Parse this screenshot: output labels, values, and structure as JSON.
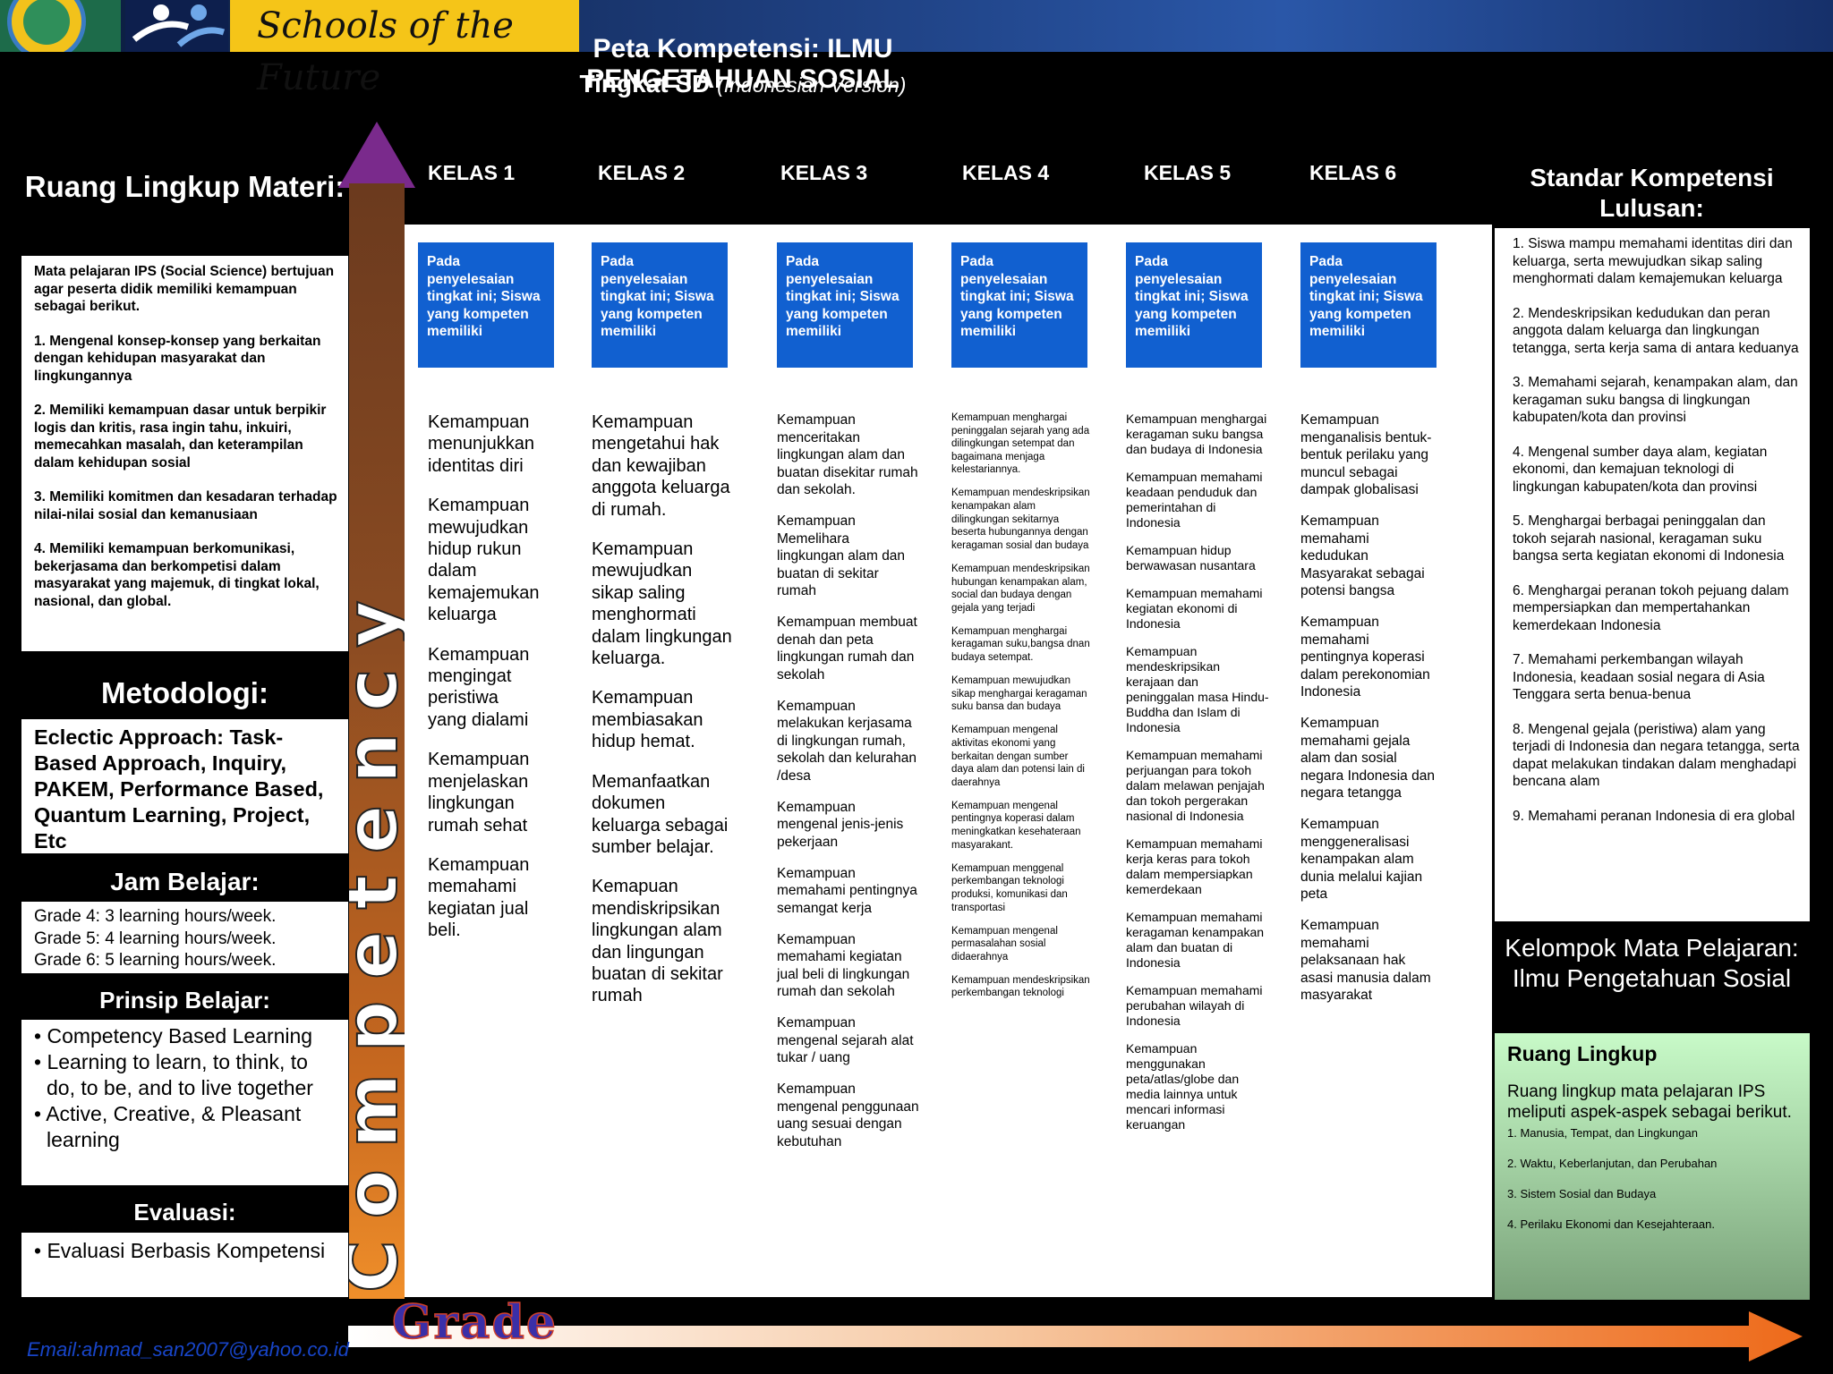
{
  "header": {
    "logo_text": "Schools of the Future",
    "title_line1": "Peta Kompetensi: ILMU PENGETAHUAN SOSIAL",
    "title_line2_main": "Tingkat SD",
    "title_line2_sub": "(Indonesian Version)"
  },
  "left": {
    "scope_title": "Ruang Lingkup Materi:",
    "scope_paragraphs": [
      "Mata pelajaran IPS (Social Science) bertujuan agar peserta didik memiliki kemampuan sebagai berikut.",
      "1. Mengenal  konsep-konsep yang berkaitan dengan kehidupan  masyarakat dan lingkungannya",
      "2. Memiliki kemampuan dasar untuk berpikir logis dan kritis, rasa ingin tahu, inkuiri, memecahkan masalah, dan keterampilan dalam kehidupan sosial",
      "3. Memiliki komitmen dan kesadaran terhadap nilai-nilai sosial dan kemanusiaan",
      "4. Memiliki kemampuan berkomunikasi, bekerjasama dan berkompetisi dalam masyarakat yang majemuk, di tingkat lokal, nasional, dan global."
    ],
    "method_title": "Metodologi:",
    "method_text": "Eclectic Approach: Task-Based Approach, Inquiry, PAKEM, Performance Based, Quantum Learning, Project, Etc",
    "hours_title": "Jam Belajar:",
    "hours": [
      "Grade 4: 3 learning hours/week.",
      "Grade 5: 4 learning hours/week.",
      "Grade 6: 5 learning hours/week."
    ],
    "principle_title": "Prinsip Belajar:",
    "principles": [
      "Competency Based Learning",
      "Learning to learn,  to think,  to do, to be, and  to live together",
      "Active, Creative, & Pleasant learning"
    ],
    "eval_title": "Evaluasi:",
    "evals": [
      "Evaluasi Berbasis Kompetensi"
    ]
  },
  "competency_label": "Competency",
  "columns": [
    {
      "heading": "KELAS 1",
      "box": "Pada penyelesaian tingkat ini; Siswa yang kompeten memiliki",
      "items": [
        "Kemampuan menunjukkan identitas diri",
        "Kemampuan mewujudkan hidup rukun dalam kemajemukan keluarga",
        "Kemampuan mengingat peristiwa yang dialami",
        "Kemampuan menjelaskan lingkungan rumah sehat",
        "Kemampuan memahami kegiatan jual beli."
      ]
    },
    {
      "heading": "KELAS 2",
      "box": "Pada penyelesaian tingkat ini; Siswa yang kompeten memiliki",
      "items": [
        "Kemampuan mengetahui hak dan kewajiban anggota keluarga di rumah.",
        "Kemampuan mewujudkan sikap saling menghormati dalam lingkungan keluarga.",
        "Kemampuan membiasakan hidup hemat.",
        "Memanfaatkan dokumen keluarga sebagai sumber belajar.",
        "Kemapuan mendiskripsikan lingkungan alam dan lingungan buatan di sekitar rumah"
      ]
    },
    {
      "heading": "KELAS 3",
      "box": "Pada penyelesaian tingkat ini; Siswa yang kompeten memiliki",
      "items": [
        "Kemampuan menceritakan lingkungan alam dan buatan disekitar rumah dan sekolah.",
        "Kemampuan Memelihara lingkungan alam dan buatan di sekitar rumah",
        "Kemampuan membuat denah dan peta lingkungan rumah dan sekolah",
        "Kemampuan melakukan kerjasama di lingkungan rumah, sekolah dan kelurahan /desa",
        "Kemampuan mengenal jenis-jenis pekerjaan",
        "Kemampuan memahami pentingnya semangat kerja",
        "Kemampuan memahami kegiatan jual beli di lingkungan rumah dan sekolah",
        "Kemampuan mengenal sejarah alat tukar / uang",
        "Kemampuan mengenal penggunaan uang sesuai dengan kebutuhan"
      ]
    },
    {
      "heading": "KELAS 4",
      "box": "Pada penyelesaian tingkat ini; Siswa yang kompeten memiliki",
      "items": [
        "Kemampuan menghargai peninggalan sejarah yang ada dilingkungan setempat dan bagaimana menjaga kelestariannya.",
        "Kemampuan mendeskripsikan kenampakan alam dilingkungan sekitarnya beserta hubungannya dengan keragaman sosial dan budaya",
        "Kemampuan mendeskripsikan hubungan kenampakan alam, social dan budaya dengan gejala yang terjadi",
        "Kemampuan menghargai keragaman suku,bangsa dnan budaya setempat.",
        "Kemampuan mewujudkan sikap menghargai keragaman suku bansa dan budaya",
        "Kemampuan mengenal aktivitas ekonomi yang berkaitan dengan sumber daya alam dan potensi lain di daerahnya",
        "Kemampuan mengenal pentingnya koperasi dalam meningkatkan kesehateraan masyarakant.",
        "Kemampuan  menggenal perkembangan teknologi produksi, komunikasi dan transportasi",
        "Kemampuan mengenal permasalahan sosial didaerahnya",
        "Kemampuan mendeskripsikan perkembangan teknologi"
      ]
    },
    {
      "heading": "KELAS 5",
      "box": "Pada penyelesaian tingkat ini; Siswa yang kompeten memiliki",
      "items": [
        "Kemampuan menghargai keragaman suku bangsa dan budaya di Indonesia",
        "Kemampuan memahami keadaan penduduk dan pemerintahan di Indonesia",
        "Kemampuan hidup berwawasan nusantara",
        "Kemampuan memahami kegiatan ekonomi di Indonesia",
        "Kemampuan mendeskripsikan kerajaan dan peninggalan masa Hindu-Buddha dan Islam di Indonesia",
        "Kemampuan memahami perjuangan para tokoh dalam melawan penjajah dan tokoh pergerakan nasional di Indonesia",
        "Kemampuan memahami kerja keras para tokoh dalam mempersiapkan kemerdekaan",
        "Kemampuan memahami keragaman kenampakan alam dan buatan di Indonesia",
        "Kemampuan memahami perubahan wilayah di Indonesia",
        "Kemampuan menggunakan peta/atlas/globe dan media lainnya untuk mencari informasi keruangan"
      ]
    },
    {
      "heading": "KELAS 6",
      "box": "Pada penyelesaian tingkat ini; Siswa yang kompeten memiliki",
      "items": [
        "Kemampuan menganalisis bentuk-bentuk perilaku yang muncul sebagai dampak globalisasi",
        "Kemampuan memahami kedudukan Masyarakat sebagai potensi bangsa",
        "Kemampuan memahami pentingnya koperasi dalam perekonomian Indonesia",
        "Kemampuan memahami gejala alam dan sosial negara Indonesia dan negara tetangga",
        "Kemampuan menggeneralisasi kenampakan alam dunia melalui kajian peta",
        "Kemampuan memahami pelaksanaan hak asasi manusia dalam masyarakat"
      ]
    }
  ],
  "right": {
    "std_title": "Standar Kompetensi Lulusan:",
    "standards": [
      "1. Siswa mampu memahami identitas diri dan keluarga, serta mewujudkan sikap saling menghormati dalam kemajemukan keluarga",
      "2. Mendeskripsikan kedudukan dan peran anggota dalam keluarga dan lingkungan tetangga, serta kerja sama di antara keduanya",
      "3. Memahami sejarah, kenampakan alam, dan keragaman suku bangsa di lingkungan kabupaten/kota dan provinsi",
      "4. Mengenal sumber daya alam, kegiatan ekonomi, dan kemajuan teknologi di lingkungan kabupaten/kota dan provinsi",
      "5. Menghargai berbagai peninggalan dan tokoh sejarah nasional, keragaman suku bangsa serta kegiatan ekonomi di Indonesia",
      "6. Menghargai peranan tokoh pejuang dalam mempersiapkan dan mempertahankan kemerdekaan Indonesia",
      "7. Memahami perkembangan wilayah Indonesia, keadaan sosial negara di Asia Tenggara serta benua-benua",
      "8. Mengenal gejala (peristiwa) alam yang terjadi di Indonesia dan negara tetangga, serta dapat melakukan tindakan dalam menghadapi bencana alam",
      "9. Memahami peranan Indonesia di era global"
    ],
    "group_title": "Kelompok Mata Pelajaran: Ilmu Pengetahuan Sosial",
    "group_heading": "Ruang Lingkup",
    "group_desc": "Ruang lingkup mata pelajaran IPS meliputi aspek-aspek sebagai berikut.",
    "group_items": [
      "1. Manusia, Tempat, dan  Lingkungan",
      "2. Waktu, Keberlanjutan, dan Perubahan",
      "3. Sistem Sosial dan Budaya",
      "4. Perilaku Ekonomi dan Kesejahteraan."
    ]
  },
  "footer": {
    "grade_label": "Grade",
    "email": "Email:ahmad_san2007@yahoo.co.id"
  },
  "colors": {
    "blue_box": "#1160d0",
    "bar_top": "#6b3a1e",
    "bar_bottom": "#f08f2a",
    "arrow_head": "#7a2a8c"
  }
}
